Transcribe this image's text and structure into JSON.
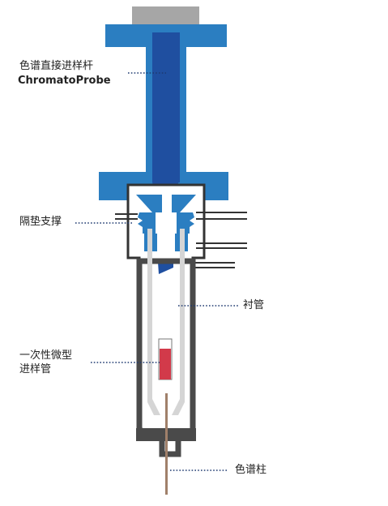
{
  "labels": {
    "probe_cn": "色谱直接进样杆",
    "probe_en": "ChromatoProbe",
    "septum_support": "隔垫支撑",
    "liner": "衬管",
    "micro_vial_line1": "一次性微型",
    "micro_vial_line2": "进样管",
    "column": "色谱柱"
  },
  "colors": {
    "flange_blue": "#2b7ec1",
    "probe_blue": "#1f4fa0",
    "knob_gray": "#a6a6a6",
    "body_gray": "#4a4a4a",
    "liner_gray": "#d5d5d5",
    "vial_red": "#d23a4a",
    "column_brown": "#a0806a",
    "leader_navy": "#1f3a70"
  }
}
